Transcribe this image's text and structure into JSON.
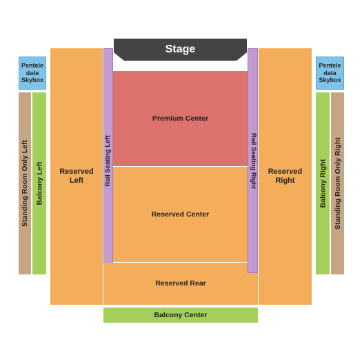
{
  "stage": {
    "label": "Stage",
    "color": "#444444"
  },
  "sections": {
    "skybox_left": "Pentele data Skybox",
    "skybox_right": "Pentele data Skybox",
    "standing_left": "Standing Room Only Left",
    "balcony_left": "Balcony Left",
    "reserved_left": "Reserved Left",
    "rail_left": "Rail Seating Left",
    "premium_center": "Premium Center",
    "reserved_center": "Reserved Center",
    "reserved_rear": "Reserved Rear",
    "rail_right": "Rail Seating Right",
    "reserved_right": "Reserved Right",
    "balcony_right": "Balcony Right",
    "standing_right": "Standing Room Only Right",
    "balcony_center": "Balcony Center"
  },
  "colors": {
    "reserved": "#f4ad5b",
    "balcony": "#a4cf5b",
    "standing": "#c5a584",
    "rail": "#c39bd3",
    "skybox": "#7fc3e8",
    "premium": "#dd716c"
  }
}
